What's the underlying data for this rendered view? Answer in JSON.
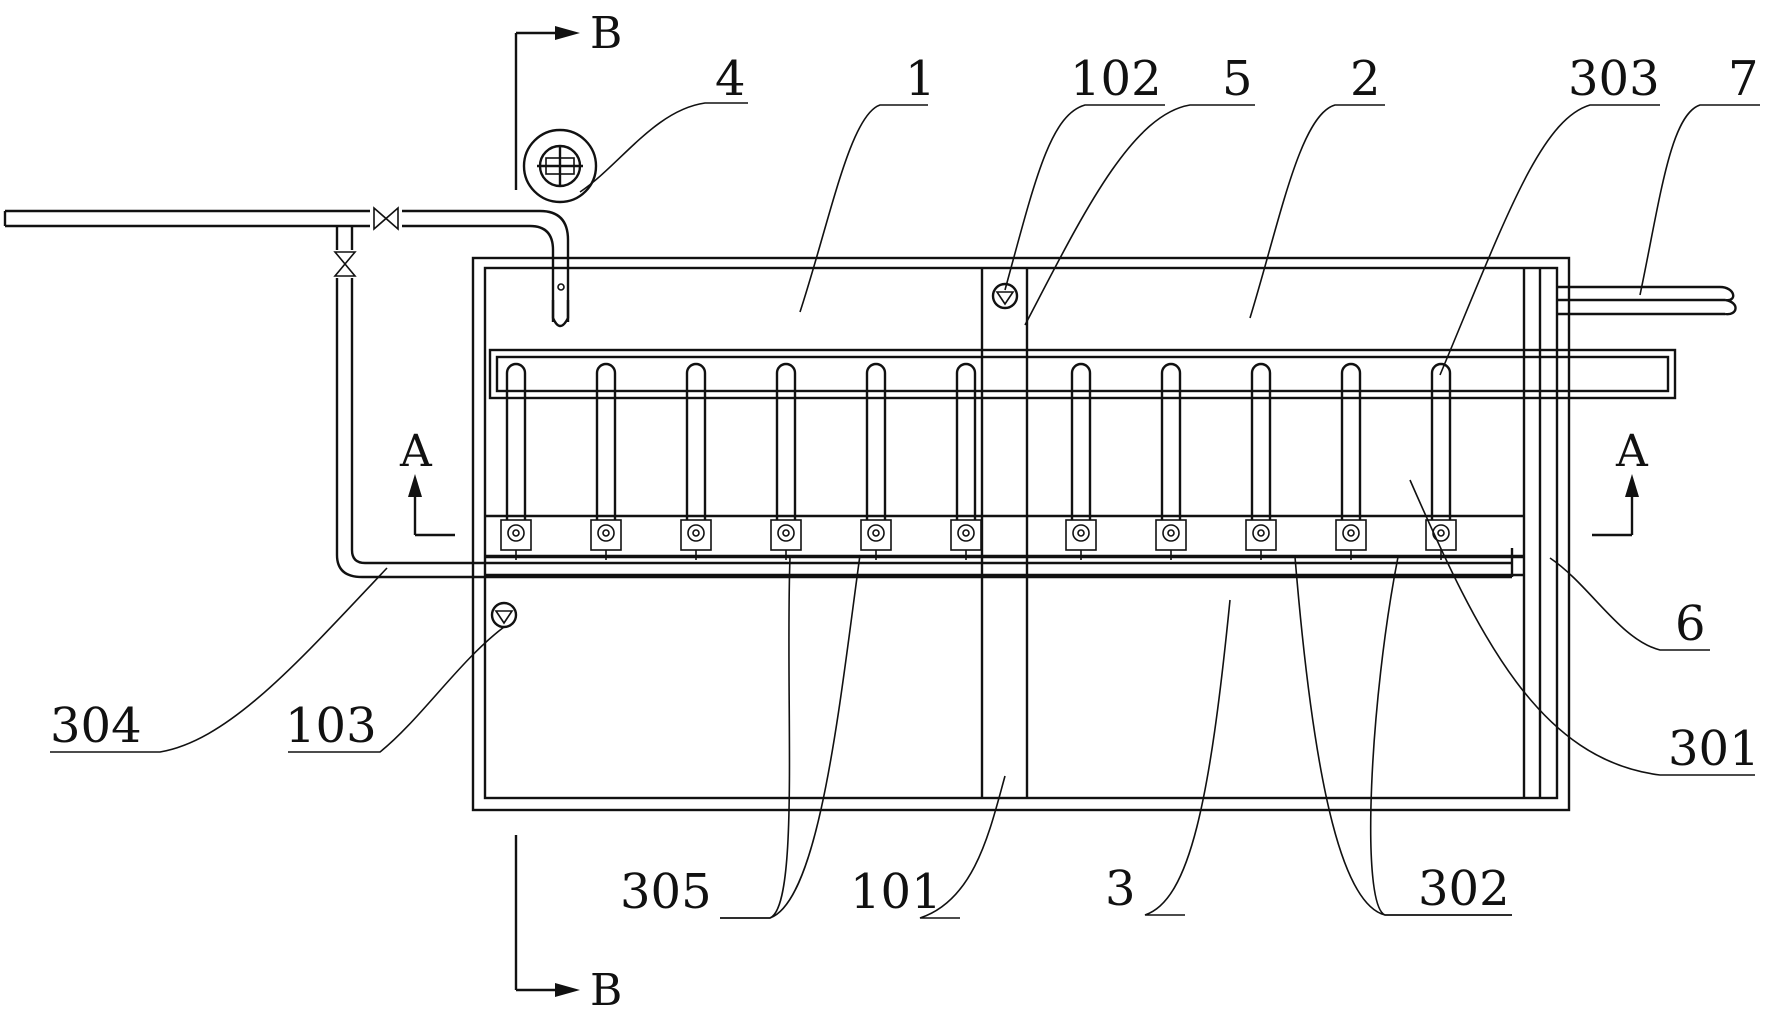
{
  "labels": {
    "l4": "4",
    "l1": "1",
    "l102": "102",
    "l5": "5",
    "l2": "2",
    "l303": "303",
    "l7": "7",
    "l6": "6",
    "l301": "301",
    "l302": "302",
    "l3": "3",
    "l101": "101",
    "l305": "305",
    "l304": "304",
    "l103": "103"
  },
  "section_marks": {
    "b_top": "B",
    "b_bottom": "B",
    "a_left": "A",
    "a_right": "A"
  }
}
